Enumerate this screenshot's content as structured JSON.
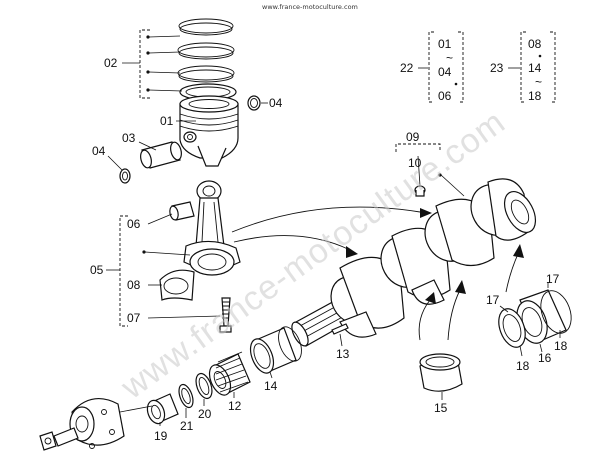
{
  "source_url": "www.france-motoculture.com",
  "watermark": "www.france-motoculture.com",
  "labels": {
    "l01": "01",
    "l02": "02",
    "l03": "03",
    "l04a": "04",
    "l04b": "04",
    "l05": "05",
    "l06": "06",
    "l07": "07",
    "l08": "08",
    "l09": "09",
    "l10": "10",
    "l12": "12",
    "l13": "13",
    "l14": "14",
    "l15": "15",
    "l16": "16",
    "l17a": "17",
    "l17b": "17",
    "l18a": "18",
    "l18b": "18",
    "l19": "19",
    "l20": "20",
    "l21": "21",
    "l22": "22",
    "l22a": "01",
    "l22b": "04",
    "l22c": "06",
    "l23": "23",
    "l23a": "08",
    "l23b": "14",
    "l23c": "18"
  }
}
